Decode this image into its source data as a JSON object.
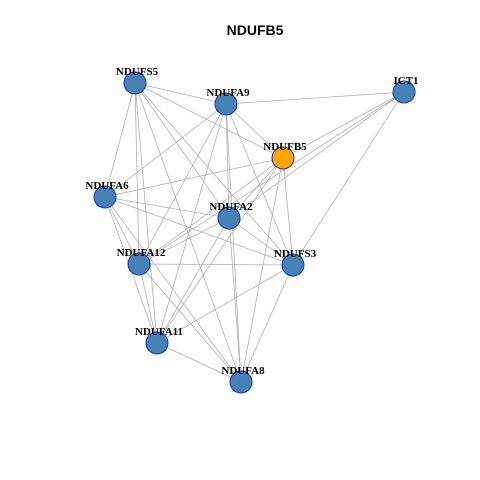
{
  "title": "NDUFB5",
  "colors": {
    "node_default": "#4682b4",
    "node_highlight": "#ffa500",
    "node_border": "#1a2fb5",
    "edge": "#b0b0b0"
  },
  "nodes": [
    {
      "id": "NDUFS5",
      "label": "NDUFS5",
      "highlight": false
    },
    {
      "id": "NDUFA9",
      "label": "NDUFA9",
      "highlight": false
    },
    {
      "id": "ICT1",
      "label": "ICT1",
      "highlight": false
    },
    {
      "id": "NDUFB5",
      "label": "NDUFB5",
      "highlight": true
    },
    {
      "id": "NDUFA6",
      "label": "NDUFA6",
      "highlight": false
    },
    {
      "id": "NDUFA2",
      "label": "NDUFA2",
      "highlight": false
    },
    {
      "id": "NDUFA12",
      "label": "NDUFA12",
      "highlight": false
    },
    {
      "id": "NDUFS3",
      "label": "NDUFS3",
      "highlight": false
    },
    {
      "id": "NDUFA11",
      "label": "NDUFA11",
      "highlight": false
    },
    {
      "id": "NDUFA8",
      "label": "NDUFA8",
      "highlight": false
    }
  ],
  "edges": [
    [
      "NDUFS5",
      "NDUFA9"
    ],
    [
      "NDUFS5",
      "NDUFB5"
    ],
    [
      "NDUFS5",
      "NDUFA6"
    ],
    [
      "NDUFS5",
      "NDUFA2"
    ],
    [
      "NDUFS5",
      "NDUFA12"
    ],
    [
      "NDUFS5",
      "NDUFS3"
    ],
    [
      "NDUFS5",
      "NDUFA11"
    ],
    [
      "NDUFS5",
      "NDUFA8"
    ],
    [
      "NDUFA9",
      "ICT1"
    ],
    [
      "NDUFA9",
      "NDUFB5"
    ],
    [
      "NDUFA9",
      "NDUFA6"
    ],
    [
      "NDUFA9",
      "NDUFA2"
    ],
    [
      "NDUFA9",
      "NDUFA12"
    ],
    [
      "NDUFA9",
      "NDUFS3"
    ],
    [
      "NDUFA9",
      "NDUFA11"
    ],
    [
      "NDUFA9",
      "NDUFA8"
    ],
    [
      "ICT1",
      "NDUFB5"
    ],
    [
      "ICT1",
      "NDUFA2"
    ],
    [
      "ICT1",
      "NDUFS3"
    ],
    [
      "ICT1",
      "NDUFA12"
    ],
    [
      "NDUFB5",
      "NDUFA6"
    ],
    [
      "NDUFB5",
      "NDUFA2"
    ],
    [
      "NDUFB5",
      "NDUFA12"
    ],
    [
      "NDUFB5",
      "NDUFS3"
    ],
    [
      "NDUFB5",
      "NDUFA11"
    ],
    [
      "NDUFB5",
      "NDUFA8"
    ],
    [
      "NDUFA6",
      "NDUFA2"
    ],
    [
      "NDUFA6",
      "NDUFA12"
    ],
    [
      "NDUFA6",
      "NDUFS3"
    ],
    [
      "NDUFA6",
      "NDUFA11"
    ],
    [
      "NDUFA6",
      "NDUFA8"
    ],
    [
      "NDUFA2",
      "NDUFA12"
    ],
    [
      "NDUFA2",
      "NDUFS3"
    ],
    [
      "NDUFA2",
      "NDUFA11"
    ],
    [
      "NDUFA2",
      "NDUFA8"
    ],
    [
      "NDUFA12",
      "NDUFS3"
    ],
    [
      "NDUFA12",
      "NDUFA11"
    ],
    [
      "NDUFA12",
      "NDUFA8"
    ],
    [
      "NDUFS3",
      "NDUFA11"
    ],
    [
      "NDUFS3",
      "NDUFA8"
    ],
    [
      "NDUFA11",
      "NDUFA8"
    ]
  ]
}
